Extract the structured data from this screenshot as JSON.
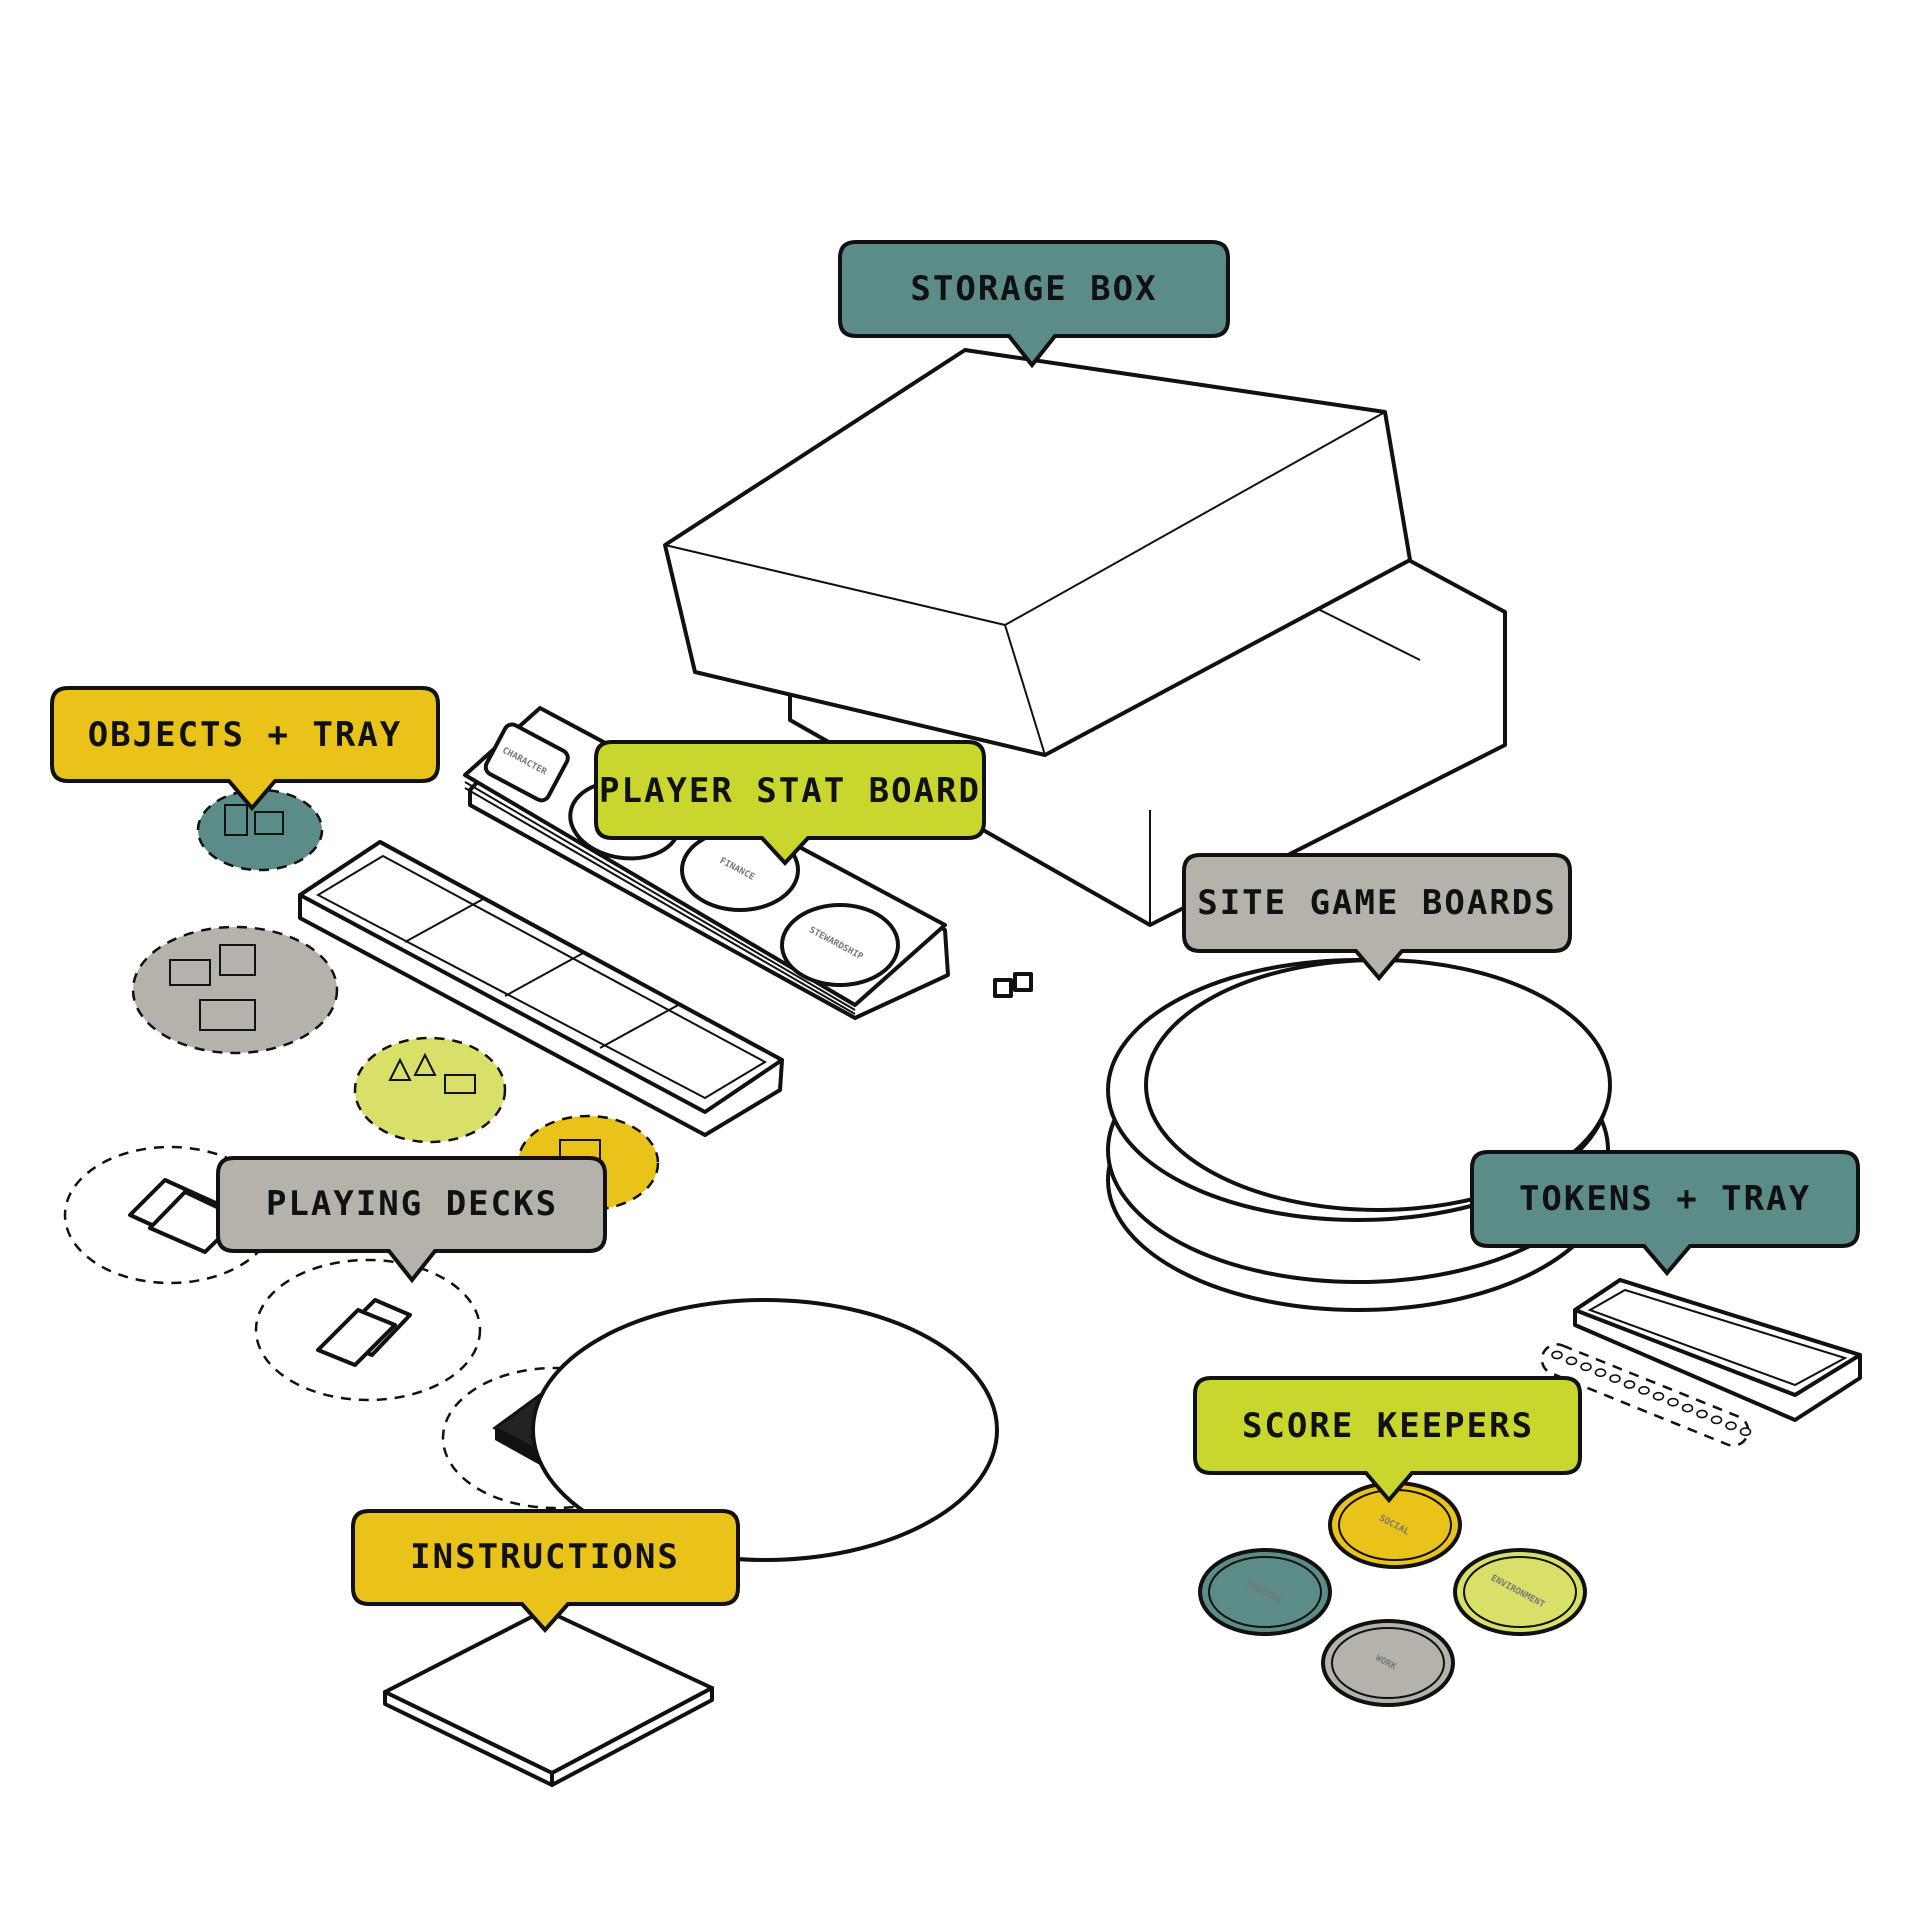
{
  "colors": {
    "teal": "#5b8c87",
    "mustard": "#e9c319",
    "lime": "#c8d62e",
    "warm_gray": "#b5b2ab",
    "outline": "#111111"
  },
  "labels": {
    "storage_box": "STORAGE BOX",
    "objects_tray": "OBJECTS + TRAY",
    "player_stat_board": "PLAYER STAT BOARD",
    "site_game_boards": "SITE GAME BOARDS",
    "playing_decks": "PLAYING DECKS",
    "tokens_tray": "TOKENS + TRAY",
    "score_keepers": "SCORE KEEPERS",
    "instructions": "INSTRUCTIONS"
  },
  "stat_board_slots": [
    "CHARACTER",
    "FINANCE",
    "STEWARDSHIP"
  ],
  "score_keeper_labels": [
    "SOCIAL",
    "HOUSING",
    "ENVIRONMENT",
    "WORK"
  ]
}
